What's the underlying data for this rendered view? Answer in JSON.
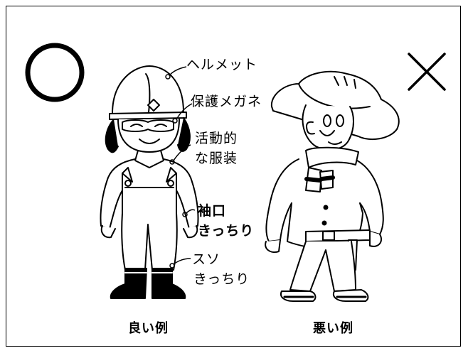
{
  "marks": {
    "good": "○",
    "bad": "×"
  },
  "good_figure": {
    "labels": {
      "helmet": "ヘルメット",
      "goggles": "保護メガネ",
      "clothing_line1": "活動的",
      "clothing_line2": "な服装",
      "cuffs_line1": "袖口",
      "cuffs_line2": "きっちり",
      "hem_line1": "スソ",
      "hem_line2": "きっちり"
    },
    "caption": "良い例"
  },
  "bad_figure": {
    "caption": "悪い例"
  },
  "icons": {
    "good_mark": "circle-icon",
    "bad_mark": "cross-icon",
    "good_worker": "worker-illustration",
    "bad_worker": "worker-illustration"
  },
  "colors": {
    "ink": "#000000",
    "background": "#ffffff"
  }
}
